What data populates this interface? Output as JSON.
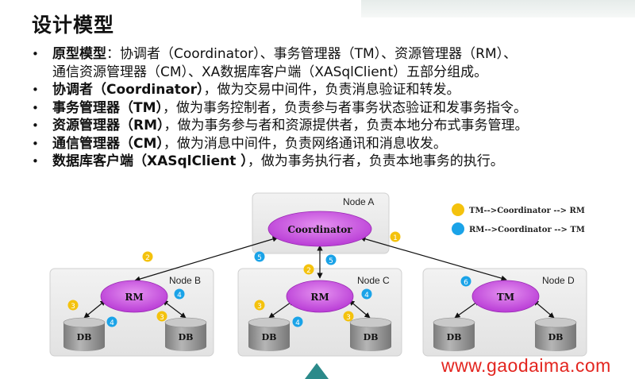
{
  "title": "设计模型",
  "bullets": [
    {
      "head": "原型模型",
      "sep": "：",
      "body": "协调者（Coordinator）、事务管理器（TM）、资源管理器（RM）、",
      "cont": "通信资源管理器（CM）、XA数据库客户端（XASqlClient）五部分组成。"
    },
    {
      "head": "协调者（Coordinator）",
      "sep": "，",
      "body": "做为交易中间件，负责消息验证和转发。"
    },
    {
      "head": "事务管理器（TM）",
      "sep": "，",
      "body": "做为事务控制者，负责参与者事务状态验证和发事务指令。"
    },
    {
      "head": "资源管理器（RM）",
      "sep": "，",
      "body": "做为事务参与者和资源提供者，负责本地分布式事务管理。"
    },
    {
      "head": "通信管理器（CM）",
      "sep": "，",
      "body": "做为消息中间件，负责网络通讯和消息收发。"
    },
    {
      "head": "数据库客户端（XASqlClient ）",
      "sep": "，",
      "body": "做为事务执行者，负责本地事务的执行。"
    }
  ],
  "diagram": {
    "nodes": {
      "a": "Node A",
      "b": "Node B",
      "c": "Node C",
      "d": "Node D"
    },
    "coordinator": "Coordinator",
    "rm": "RM",
    "tm": "TM",
    "db": "DB",
    "legend": [
      {
        "color": "#f4c20d",
        "text": "TM-->Coordinator --> RM"
      },
      {
        "color": "#1aa3e8",
        "text": "RM-->Coordinator --> TM"
      }
    ],
    "badges": {
      "one": "1",
      "two": "2",
      "three": "3",
      "four": "4",
      "five": "5",
      "six": "6"
    },
    "colors": {
      "orange": "#f4c20d",
      "blue": "#1aa3e8",
      "purple": "#c94ce0",
      "box": "#eaeaea",
      "db": "#8a8a8a"
    }
  },
  "watermark": "www.gaodaima.com"
}
